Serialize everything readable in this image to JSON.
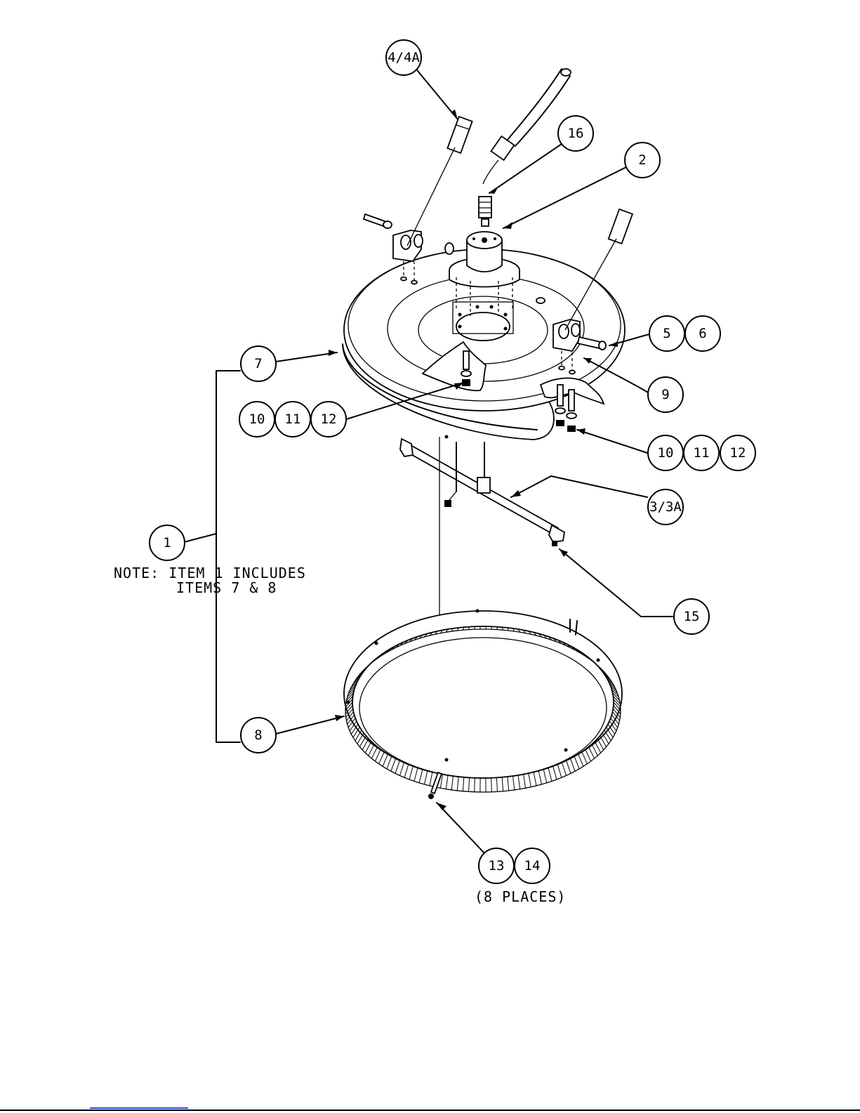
{
  "callouts": {
    "c44a": "4/4A",
    "c16": "16",
    "c2": "2",
    "c5": "5",
    "c6": "6",
    "c7": "7",
    "c9": "9",
    "c10a": "10",
    "c11a": "11",
    "c12a": "12",
    "c10b": "10",
    "c11b": "11",
    "c12b": "12",
    "c33a": "3/3A",
    "c1": "1",
    "c15": "15",
    "c8": "8",
    "c13": "13",
    "c14": "14"
  },
  "note": {
    "line1": "NOTE: ITEM 1 INCLUDES",
    "line2": "ITEMS 7 & 8"
  },
  "places": "(8 PLACES)"
}
